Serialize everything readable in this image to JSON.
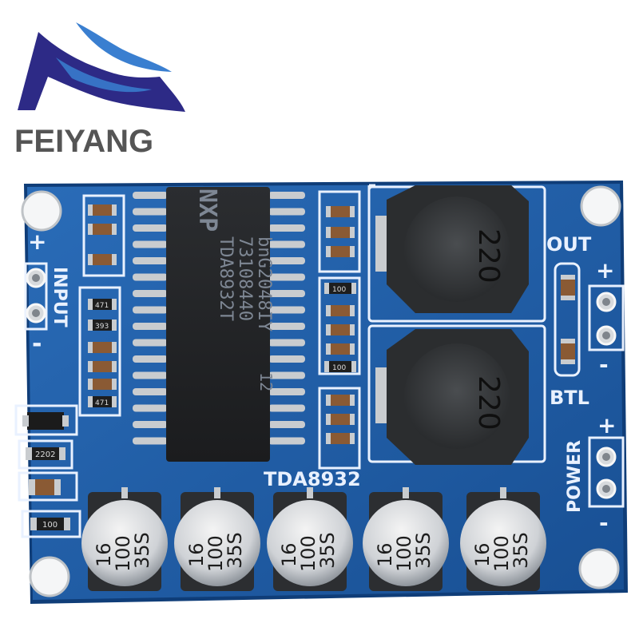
{
  "brand": {
    "name": "FEIYANG",
    "colors": {
      "wave_dark": "#2d2a86",
      "wave_light": "#3a7fd0",
      "text": "#555555"
    }
  },
  "board": {
    "colors": {
      "pcb": "#1f5fa8",
      "pcb_edge": "#0f3d78",
      "silk": "#e9f1ff",
      "pad": "#c9cccf"
    },
    "chip": {
      "logo": "NXP",
      "line1": "TDA8932T",
      "line2": "73108440",
      "line3": "bnG2048IY",
      "code": "12"
    },
    "model_label": "TDA8932",
    "inductors": [
      {
        "value": "220"
      },
      {
        "value": "220"
      }
    ],
    "capacitors": [
      {
        "l1": "16",
        "l2": "100",
        "l3": "35S"
      },
      {
        "l1": "16",
        "l2": "100",
        "l3": "35S"
      },
      {
        "l1": "16",
        "l2": "100",
        "l3": "35S"
      },
      {
        "l1": "16",
        "l2": "100",
        "l3": "35S"
      },
      {
        "l1": "16",
        "l2": "100",
        "l3": "35S"
      }
    ],
    "labels": {
      "input": "INPUT",
      "out": "OUT",
      "btl": "BTL",
      "power": "POWER",
      "plus": "+",
      "minus": "-"
    },
    "resistor_codes": {
      "r_471_top": "471",
      "r_393": "393",
      "r_471_bottom": "471",
      "r_100_a": "100",
      "r_100_b": "100",
      "r_2202": "2202",
      "r_100_c": "100"
    }
  }
}
